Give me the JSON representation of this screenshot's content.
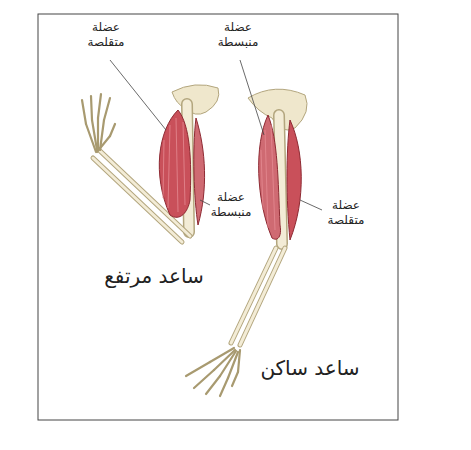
{
  "diagram": {
    "labels": [
      "عضلة متقلصة",
      "عضلة منبسطة",
      "عضلة منبسطة",
      "عضلة متقلصة",
      "ساعد مرتفع",
      "ساعد ساكن"
    ]
  }
}
